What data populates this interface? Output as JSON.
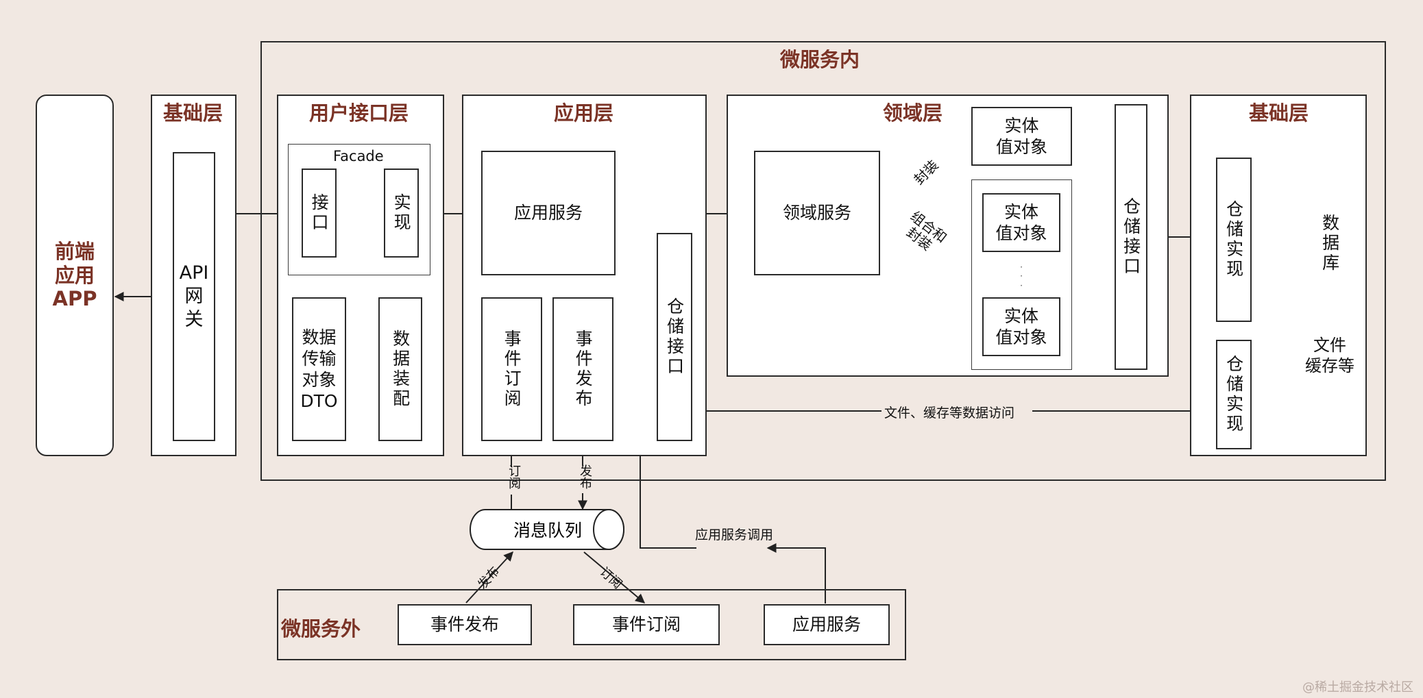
{
  "frontend": {
    "line1": "前端",
    "line2": "应用",
    "line3": "APP"
  },
  "inner": {
    "title": "微服务内"
  },
  "infra_left": {
    "title": "基础层",
    "gateway": "API\n网\n关"
  },
  "ui_layer": {
    "title": "用户接口层",
    "facade": "Facade",
    "interface": "接口",
    "impl": "实现",
    "dto": "数据\n传输\n对象\nDTO",
    "assembler": "数据装配"
  },
  "app_layer": {
    "title": "应用层",
    "service": "应用服务",
    "subscribe": "事件订阅",
    "publish": "事件发布",
    "repo_interface": "仓储接口"
  },
  "domain_layer": {
    "title": "领域层",
    "service": "领域服务",
    "entity1": "实体\n值对象",
    "entity2": "实体\n值对象",
    "entity3": "实体\n值对象",
    "dots": "·\n·\n·",
    "repo_interface": "仓储接口",
    "encapsulate": "封装",
    "combine": "组合和\n封装"
  },
  "infra_right": {
    "title": "基础层",
    "repo_impl_1": "仓储实现",
    "repo_impl_2": "仓储实现",
    "database": "数据库",
    "file_cache": "文件\n缓存等"
  },
  "file_access": "文件、缓存等数据访问",
  "mq": {
    "label": "消息队列",
    "subscribe_tag": "订阅",
    "publish_tag": "发布",
    "out_publish_tag": "发布",
    "out_subscribe_tag": "订阅"
  },
  "service_call": "应用服务调用",
  "outer": {
    "title": "微服务外",
    "event_publish": "事件发布",
    "event_subscribe": "事件订阅",
    "app_service": "应用服务"
  },
  "watermark": "@稀土掘金技术社区"
}
